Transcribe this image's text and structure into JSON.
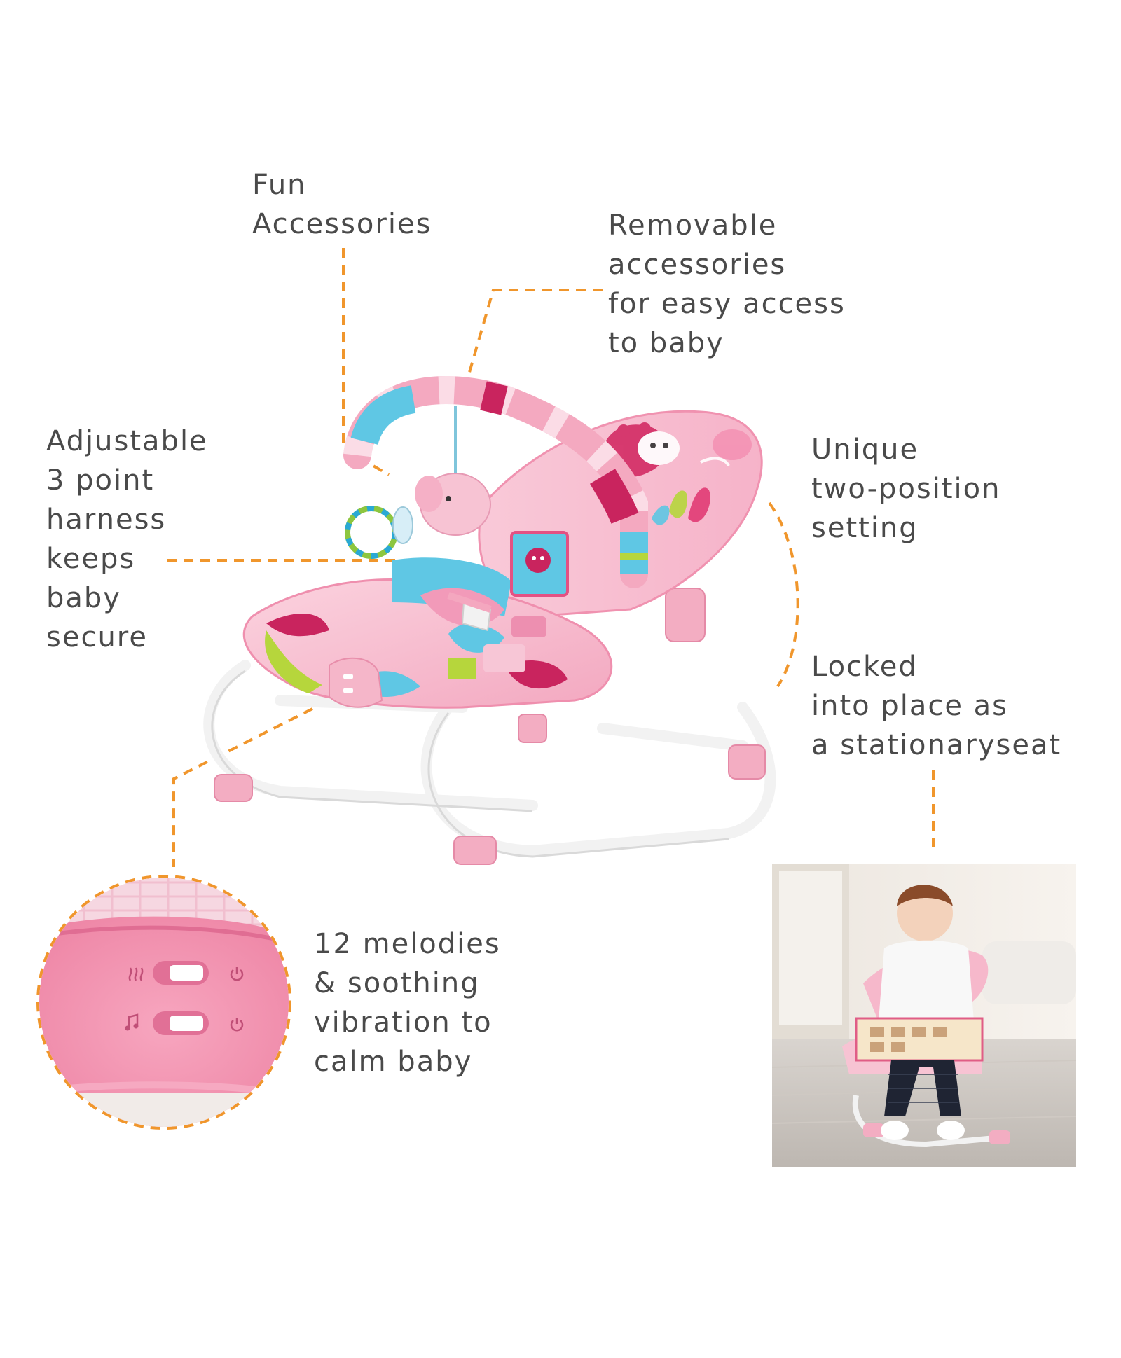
{
  "callouts": {
    "fun_accessories": [
      "Fun",
      "Accessories"
    ],
    "removable": [
      "Removable",
      "accessories",
      "for easy access",
      "to baby"
    ],
    "harness": [
      "Adjustable",
      "3 point",
      "harness",
      "keeps",
      "baby",
      "secure"
    ],
    "unique": [
      "Unique",
      "two-position",
      "setting"
    ],
    "locked": [
      "Locked",
      "into place as",
      "a stationaryseat"
    ],
    "melodies": [
      "12 melodies",
      "& soothing",
      "vibration to",
      "calm baby"
    ]
  },
  "colors": {
    "text": "#4a4a4a",
    "leader": "#f0962c",
    "pink": "#f6b8cb",
    "pink_dark": "#e04a80",
    "magenta": "#c8245e",
    "cyan": "#5fc7e4",
    "lime": "#b6d63c",
    "frame": "#f4f4f4"
  },
  "icons": {
    "vibration": "vibration-icon",
    "music": "music-note-icon",
    "power": "power-icon"
  }
}
